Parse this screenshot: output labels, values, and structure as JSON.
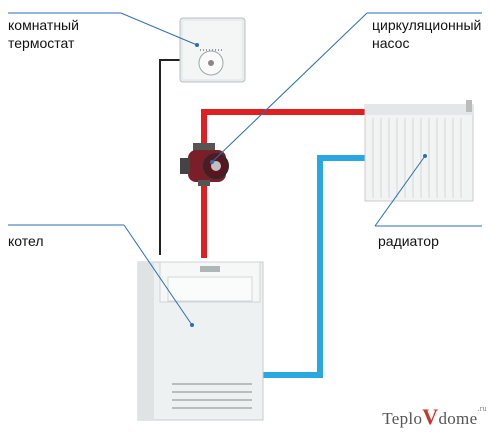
{
  "labels": {
    "thermostat": [
      "комнатный",
      "термостат"
    ],
    "pump": [
      "циркуляционный",
      "насос"
    ],
    "boiler": "котел",
    "radiator": "радиатор"
  },
  "watermark": {
    "pre": "Teplo",
    "accent": "V",
    "post": "dome",
    "suffix": ".ru"
  },
  "colors": {
    "supply_pipe": "#e02020",
    "return_pipe": "#2aa7e0",
    "wire": "#222222",
    "leader_line": "#2a6fb0",
    "pump_body": "#7a1f2a"
  }
}
